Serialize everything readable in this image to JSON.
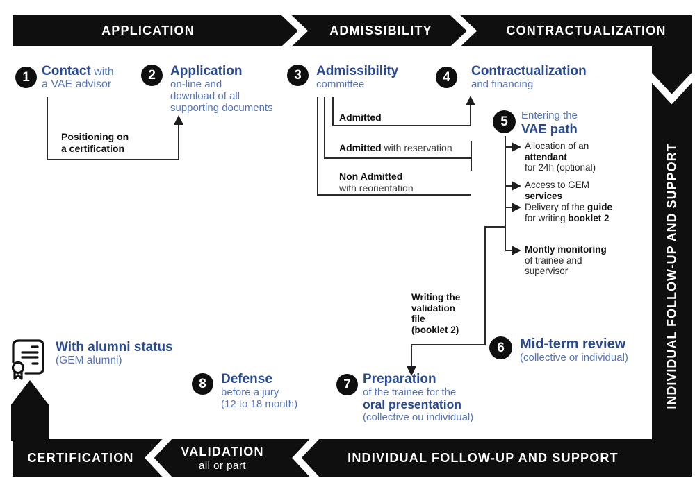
{
  "colors": {
    "banner_black": "#0f0f0f",
    "navy": "#2a4a90",
    "light_blue": "#5474ba"
  },
  "banners": {
    "top": [
      "APPLICATION",
      "ADMISSIBILITY",
      "CONTRACTUALIZATION"
    ],
    "bottom": {
      "seg1": "CERTIFICATION",
      "seg2_title": "VALIDATION",
      "seg2_sub": "all or part",
      "seg3": "INDIVIDUAL FOLLOW-UP AND SUPPORT"
    },
    "right": "INDIVIDUAL FOLLOW-UP AND SUPPORT"
  },
  "steps": {
    "s1": {
      "num": "1",
      "title": "Contact",
      "title_tail": " with",
      "line2": "a VAE advisor"
    },
    "s2": {
      "num": "2",
      "title": "Application",
      "l1": "on-line and",
      "l2": "download of all",
      "l3": "supporting documents"
    },
    "s3": {
      "num": "3",
      "title": "Admissibility",
      "sub": "committee"
    },
    "s4": {
      "num": "4",
      "title": "Contractualization",
      "sub": "and financing"
    },
    "s5": {
      "num": "5",
      "pre": "Entering the",
      "title": "VAE path"
    },
    "s6": {
      "num": "6",
      "title": "Mid-term review",
      "sub": "(collective or individual)"
    },
    "s7": {
      "num": "7",
      "title": "Preparation",
      "l1": "of the trainee for the",
      "l2": "oral presentation",
      "l3": "(collective ou individual)"
    },
    "s8": {
      "num": "8",
      "title": "Defense",
      "l1": "before a jury",
      "l2": "(12 to 18 month)"
    }
  },
  "s5_items": {
    "i1a": "Allocation of an",
    "i1b": "attendant",
    "i1c": "for 24h (optional)",
    "i2a": "Access to GEM",
    "i2b": "services",
    "i3a": "Delivery of the ",
    "i3b": "guide",
    "i3c": "for writing ",
    "i3d": "booklet 2",
    "i4a": "Montly monitoring",
    "i4b": "of trainee and",
    "i4c": "supervisor"
  },
  "annotations": {
    "positioning_l1": "Positioning on",
    "positioning_l2": "a certification",
    "admitted": "Admitted",
    "reservation_bold": "Admitted",
    "reservation_rest": " with reservation",
    "non_admitted_l1": "Non Admitted",
    "non_admitted_l2": "with reorientation",
    "writing_l1": "Writing the",
    "writing_l2": "validation",
    "writing_l3": "file",
    "writing_l4": "(booklet 2)",
    "alumni_title": "With alumni status",
    "alumni_sub": "(GEM alumni)"
  }
}
